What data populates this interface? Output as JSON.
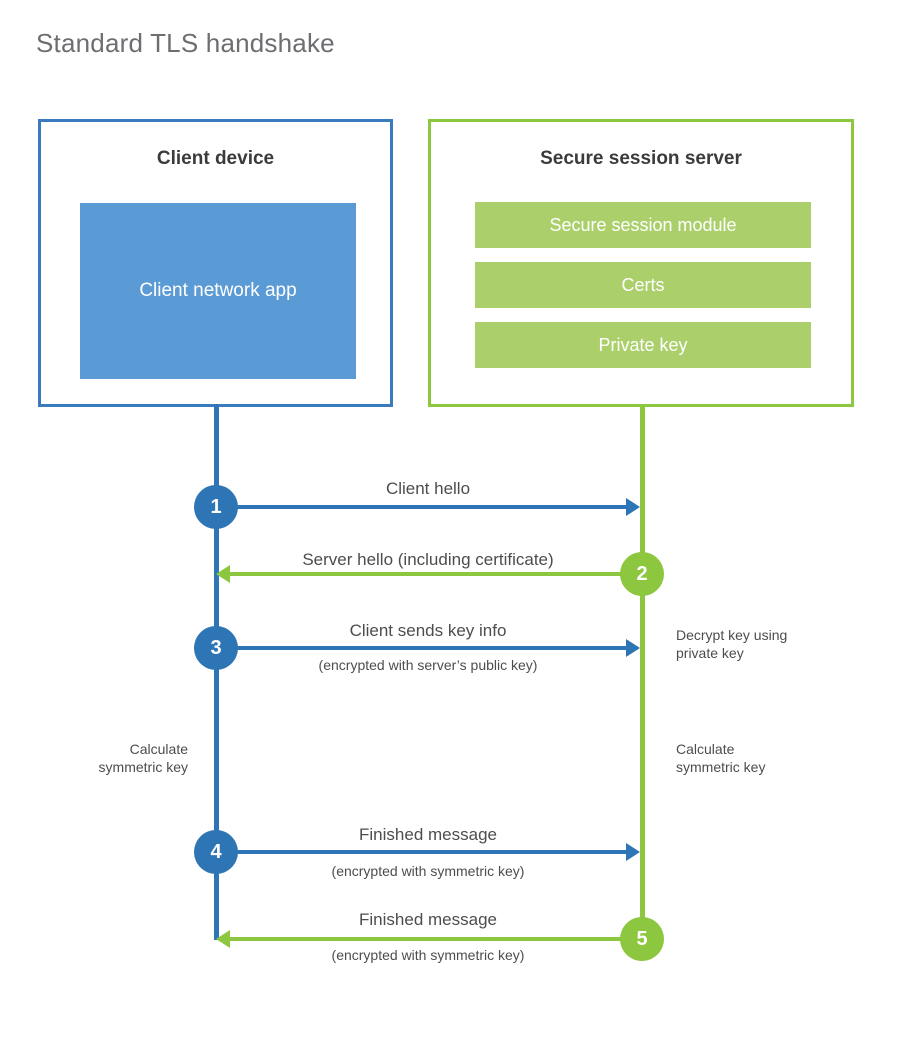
{
  "title": "Standard TLS handshake",
  "colors": {
    "client_border": "#3a7bbf",
    "client_fill": "#5b9bd5",
    "client_line": "#2e75b6",
    "server_border": "#8dc63f",
    "server_fill": "#abd06b",
    "server_line": "#8dc63f",
    "text": "#4d4d4f",
    "title_text": "#6d6e71",
    "background": "#ffffff"
  },
  "client": {
    "title": "Client device",
    "app_label": "Client network app"
  },
  "server": {
    "title": "Secure session server",
    "components": [
      {
        "label": "Secure session module"
      },
      {
        "label": "Certs"
      },
      {
        "label": "Private key"
      }
    ]
  },
  "steps": [
    {
      "number": "1",
      "side": "client",
      "direction": "right",
      "label": "Client hello",
      "sublabel": ""
    },
    {
      "number": "2",
      "side": "server",
      "direction": "left",
      "label": "Server hello (including certificate)",
      "sublabel": ""
    },
    {
      "number": "3",
      "side": "client",
      "direction": "right",
      "label": "Client sends key info",
      "sublabel": "(encrypted with server’s public key)"
    },
    {
      "number": "4",
      "side": "client",
      "direction": "right",
      "label": "Finished message",
      "sublabel": "(encrypted with symmetric key)"
    },
    {
      "number": "5",
      "side": "server",
      "direction": "left",
      "label": "Finished message",
      "sublabel": "(encrypted with symmetric key)"
    }
  ],
  "annotations": {
    "server_decrypt_line1": "Decrypt key using",
    "server_decrypt_line2": "private key",
    "client_calc_line1": "Calculate",
    "client_calc_line2": "symmetric key",
    "server_calc_line1": "Calculate",
    "server_calc_line2": "symmetric key"
  }
}
